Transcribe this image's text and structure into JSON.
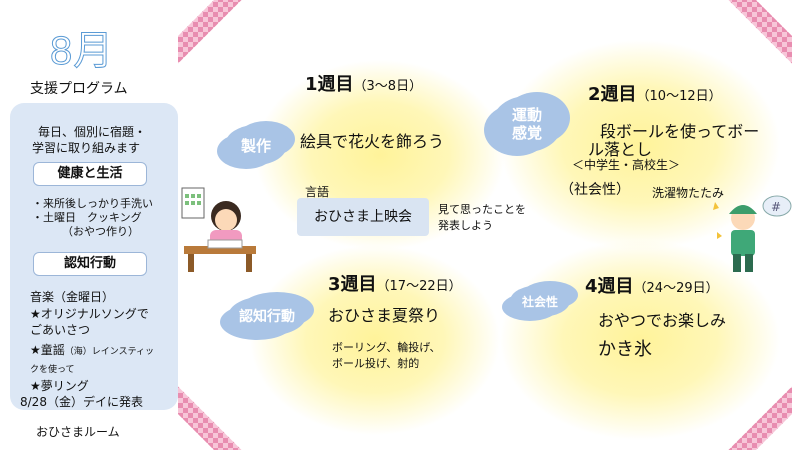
{
  "header": {
    "month": "8月",
    "subtitle": "支援プログラム"
  },
  "left_panel": {
    "intro_line1": "毎日、個別に宿題・",
    "intro_line2": "学習に取り組みます",
    "section_health": "健康と生活",
    "health_item1": "・来所後しっかり手洗い",
    "health_item2": "・土曜日　クッキング",
    "health_item3": "（おやつ作り）",
    "section_cognition": "認知行動",
    "music": "音楽（金曜日）",
    "song1": "★オリジナルソングで",
    "song1b": "ごあいさつ",
    "song2_prefix": "★童謡",
    "song2_small": "（海）レインスティッ",
    "song2_tail": "クを使って",
    "song3": "★夢リング",
    "event": "8/28（金）デイに発表"
  },
  "footer": "おひさまルーム",
  "week1": {
    "label_num": "1",
    "label_week": "週目",
    "range": "（3～8日）",
    "badge": "製作",
    "activity": "絵具で花火を飾ろう",
    "lang_label": "言語",
    "lang_activity": "おひさま上映会",
    "lang_note_line1": "見て思ったことを",
    "lang_note_line2": "発表しよう"
  },
  "week2": {
    "label_num": "2",
    "label_week": "週目",
    "range": "（10～12日）",
    "badge": "運動\n感覚",
    "activity_line1": "段ボールを使ってボー",
    "activity_line2": "ル落とし",
    "sub": "＜中学生・高校生＞",
    "social": "（社会性）",
    "social_activity": "洗濯物たたみ"
  },
  "week3": {
    "label_num": "3",
    "label_week": "週目",
    "range": "（17～22日）",
    "badge": "認知行動",
    "activity": "おひさま夏祭り",
    "games_line1": "ボーリング、輪投げ、",
    "games_line2": "ボール投げ、射的"
  },
  "week4": {
    "label_num": "4",
    "label_week": "週目",
    "range": "（24～29日）",
    "badge": "社会性",
    "activity_line1": "おやつでお楽しみ",
    "activity_line2": "かき氷"
  },
  "colors": {
    "accent_blue": "#5b9bd5",
    "panel_blue": "#dce7f5",
    "badge_blue": "#a9c4e6",
    "glow_yellow": "#fff39a",
    "checker_pink": "#e88db0"
  }
}
